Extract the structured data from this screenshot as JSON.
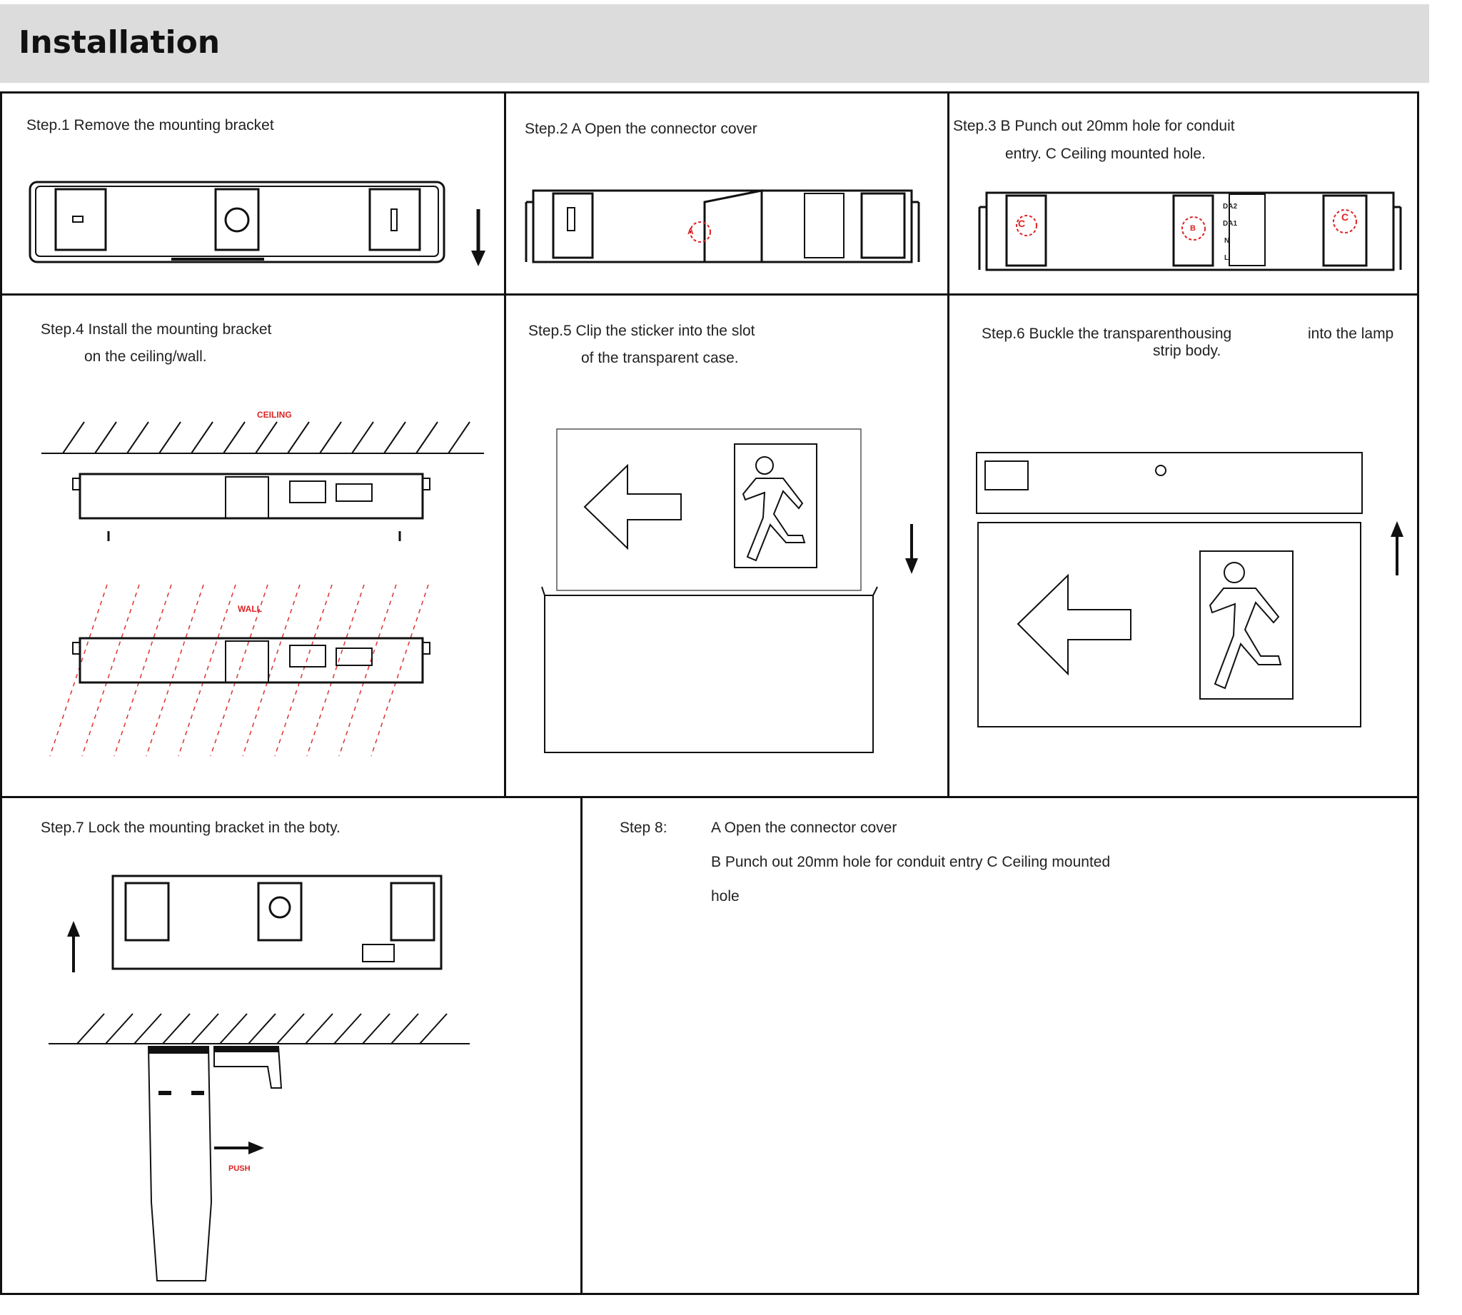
{
  "page": {
    "title": "Installation"
  },
  "steps": {
    "s1": {
      "line1": "Step.1 Remove the mounting bracket"
    },
    "s2": {
      "line1": "Step.2  A Open the connector cover",
      "mark_a": "A"
    },
    "s3": {
      "line1": "Step.3 B Punch out 20mm hole for conduit",
      "line2": "entry. C Ceiling mounted hole.",
      "mark_b": "B",
      "mark_c": "C",
      "terminals": [
        "DA2",
        "DA1",
        "N",
        "L"
      ]
    },
    "s4": {
      "line1": "Step.4  Install the mounting bracket",
      "line2": "on the ceiling/wall.",
      "ceiling": "CEILING",
      "wall": "WALL"
    },
    "s5": {
      "line1": "Step.5  Clip the sticker into the slot",
      "line2": "of the transparent case."
    },
    "s6": {
      "line1": "Step.6  Buckle the transparenthousing",
      "line1b": "into the lamp",
      "line2": "strip body."
    },
    "s7": {
      "line1": "Step.7  Lock the mounting bracket in the boty.",
      "push": "PUSH"
    },
    "s8": {
      "label": "Step 8:",
      "a": "A   Open the connector cover",
      "b": "B   Punch out 20mm hole for conduit entry C    Ceiling mounted",
      "c": "hole"
    }
  },
  "colors": {
    "line": "#111111",
    "accent_red": "#dd2222",
    "header_bg": "#dcdcdc"
  },
  "icons": [
    "arrow-down-icon",
    "arrow-up-icon",
    "arrow-right-icon",
    "arrow-left-icon",
    "running-man-icon"
  ]
}
